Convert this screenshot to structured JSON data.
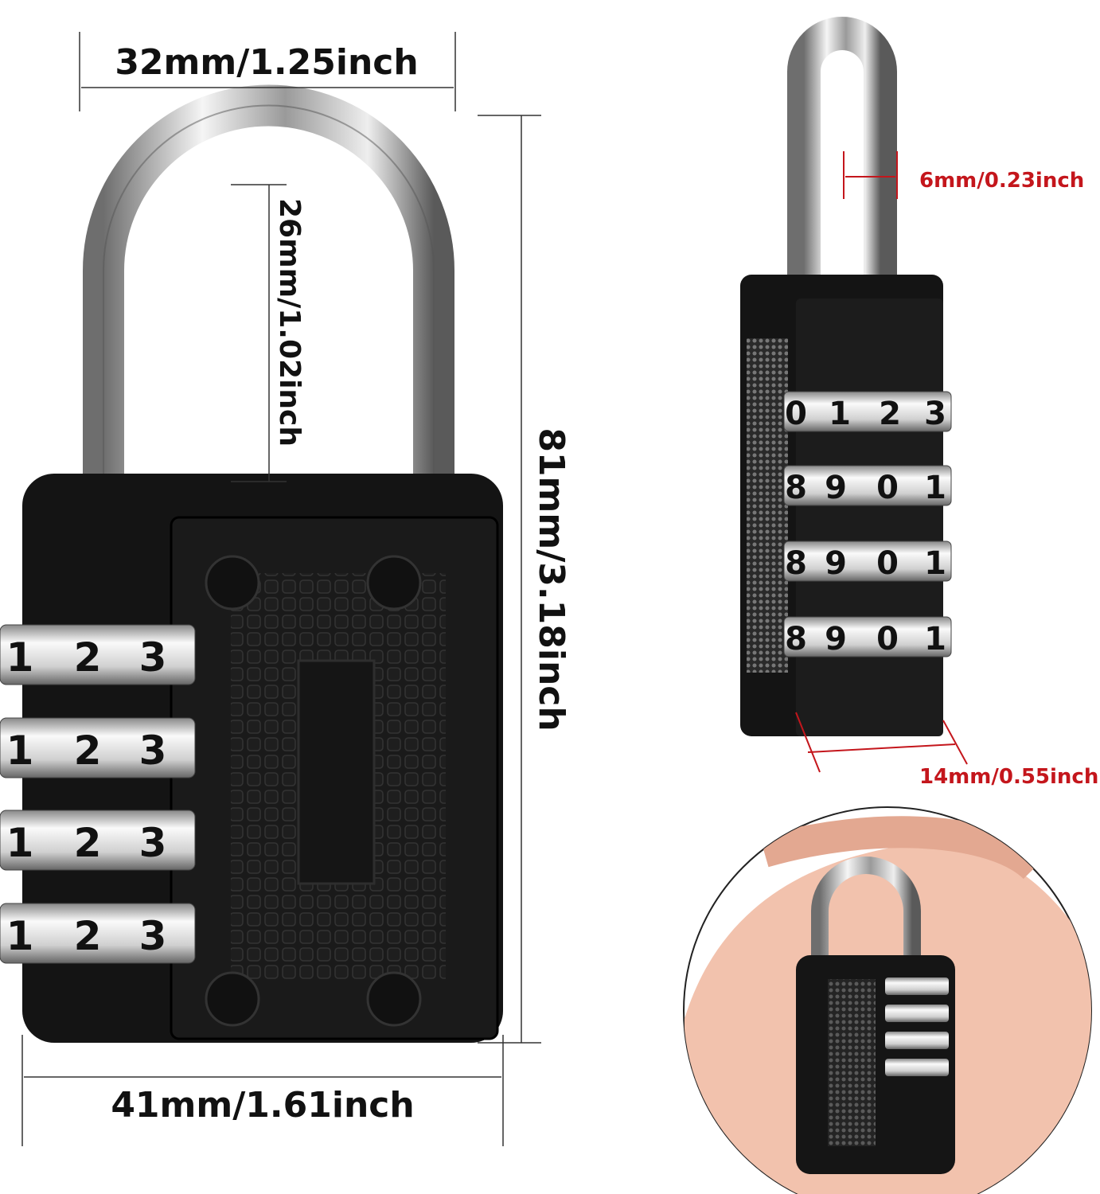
{
  "dimensions": {
    "shackle_width": "32mm/1.25inch",
    "shackle_inner_height": "26mm/1.02inch",
    "total_height": "81mm/3.18inch",
    "body_width": "41mm/1.61inch",
    "shackle_diameter": "6mm/0.23inch",
    "body_thickness": "14mm/0.55inch"
  },
  "front_lock": {
    "dials": [
      [
        "1",
        "2",
        "3"
      ],
      [
        "1",
        "2",
        "3"
      ],
      [
        "1",
        "2",
        "3"
      ],
      [
        "1",
        "2",
        "3"
      ]
    ]
  },
  "side_lock": {
    "dials": [
      [
        "0",
        "1",
        "2",
        "3"
      ],
      [
        "8",
        "9",
        "0",
        "1"
      ],
      [
        "8",
        "9",
        "0",
        "1"
      ],
      [
        "8",
        "9",
        "0",
        "1"
      ]
    ]
  },
  "colors": {
    "body": "#141414",
    "chrome": "#d9d9d9",
    "accent": "#c4161c",
    "skin": "#f2c2ad"
  }
}
